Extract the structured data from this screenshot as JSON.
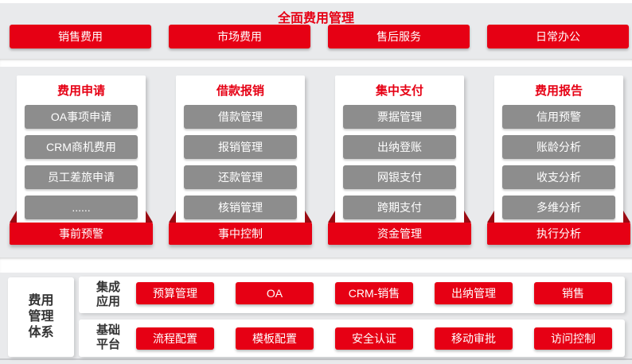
{
  "title": "全面费用管理",
  "colors": {
    "accent_red": "#e60014",
    "fold_dark_red": "#9b0b13",
    "item_gray": "#8d8d8d",
    "background_gray": "#e9eaec"
  },
  "top_buttons": [
    "销售费用",
    "市场费用",
    "售后服务",
    "日常办公"
  ],
  "columns": [
    {
      "title": "费用申请",
      "items": [
        "OA事项申请",
        "CRM商机费用",
        "员工差旅申请",
        "......"
      ],
      "banner": "事前预警"
    },
    {
      "title": "借款报销",
      "items": [
        "借款管理",
        "报销管理",
        "还款管理",
        "核销管理"
      ],
      "banner": "事中控制"
    },
    {
      "title": "集中支付",
      "items": [
        "票据管理",
        "出纳登账",
        "网银支付",
        "跨期支付"
      ],
      "banner": "资金管理"
    },
    {
      "title": "费用报告",
      "items": [
        "信用预警",
        "账龄分析",
        "收支分析",
        "多维分析"
      ],
      "banner": "执行分析"
    }
  ],
  "bottom": {
    "system_label": [
      "费用",
      "管理",
      "体系"
    ],
    "rows": [
      {
        "label": [
          "集成",
          "应用"
        ],
        "buttons": [
          "预算管理",
          "OA",
          "CRM-销售",
          "出纳管理",
          "销售"
        ]
      },
      {
        "label": [
          "基础",
          "平台"
        ],
        "buttons": [
          "流程配置",
          "模板配置",
          "安全认证",
          "移动审批",
          "访问控制"
        ]
      }
    ]
  }
}
